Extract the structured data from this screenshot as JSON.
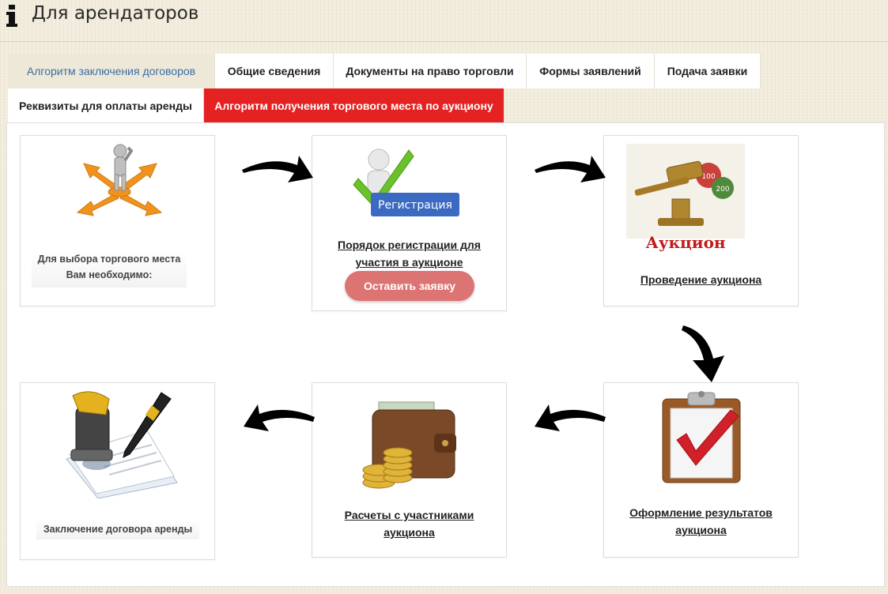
{
  "header": {
    "title": "Для арендаторов",
    "icon": "info-icon"
  },
  "tabs": [
    {
      "label": "Алгоритм заключения договоров",
      "state": "current"
    },
    {
      "label": "Общие сведения",
      "state": "normal"
    },
    {
      "label": "Документы на право торговли",
      "state": "normal"
    },
    {
      "label": "Формы заявлений",
      "state": "normal"
    },
    {
      "label": "Подача заявки",
      "state": "normal"
    },
    {
      "label": "Реквизиты для оплаты аренды",
      "state": "normal"
    },
    {
      "label": "Алгоритм получения торгового места по аукциону",
      "state": "active"
    }
  ],
  "steps": {
    "choose": {
      "line1": "Для выбора торгового места",
      "line2": "Вам необходимо:",
      "icon": "crossroads-person-icon"
    },
    "registration": {
      "image_label": "Регистрация",
      "line1": "Порядок регистрации для",
      "line2": "участия в аукционе",
      "button": "Оставить заявку",
      "icon": "registration-checkmark-icon"
    },
    "auction": {
      "image_label": "Аукцион",
      "chip1": "100",
      "chip2": "200",
      "link": "Проведение аукциона",
      "icon": "gavel-icon"
    },
    "results": {
      "line1": "Оформление результатов",
      "line2": "аукциона",
      "icon": "clipboard-check-icon"
    },
    "payments": {
      "line1": "Расчеты с участниками",
      "line2": "аукциона",
      "icon": "wallet-coins-icon"
    },
    "contract": {
      "label": "Заключение договора аренды",
      "icon": "contract-stamp-pen-icon"
    }
  },
  "colors": {
    "active_tab": "#e52222",
    "tab_link": "#3b6ea5",
    "button": "#dd7474"
  }
}
